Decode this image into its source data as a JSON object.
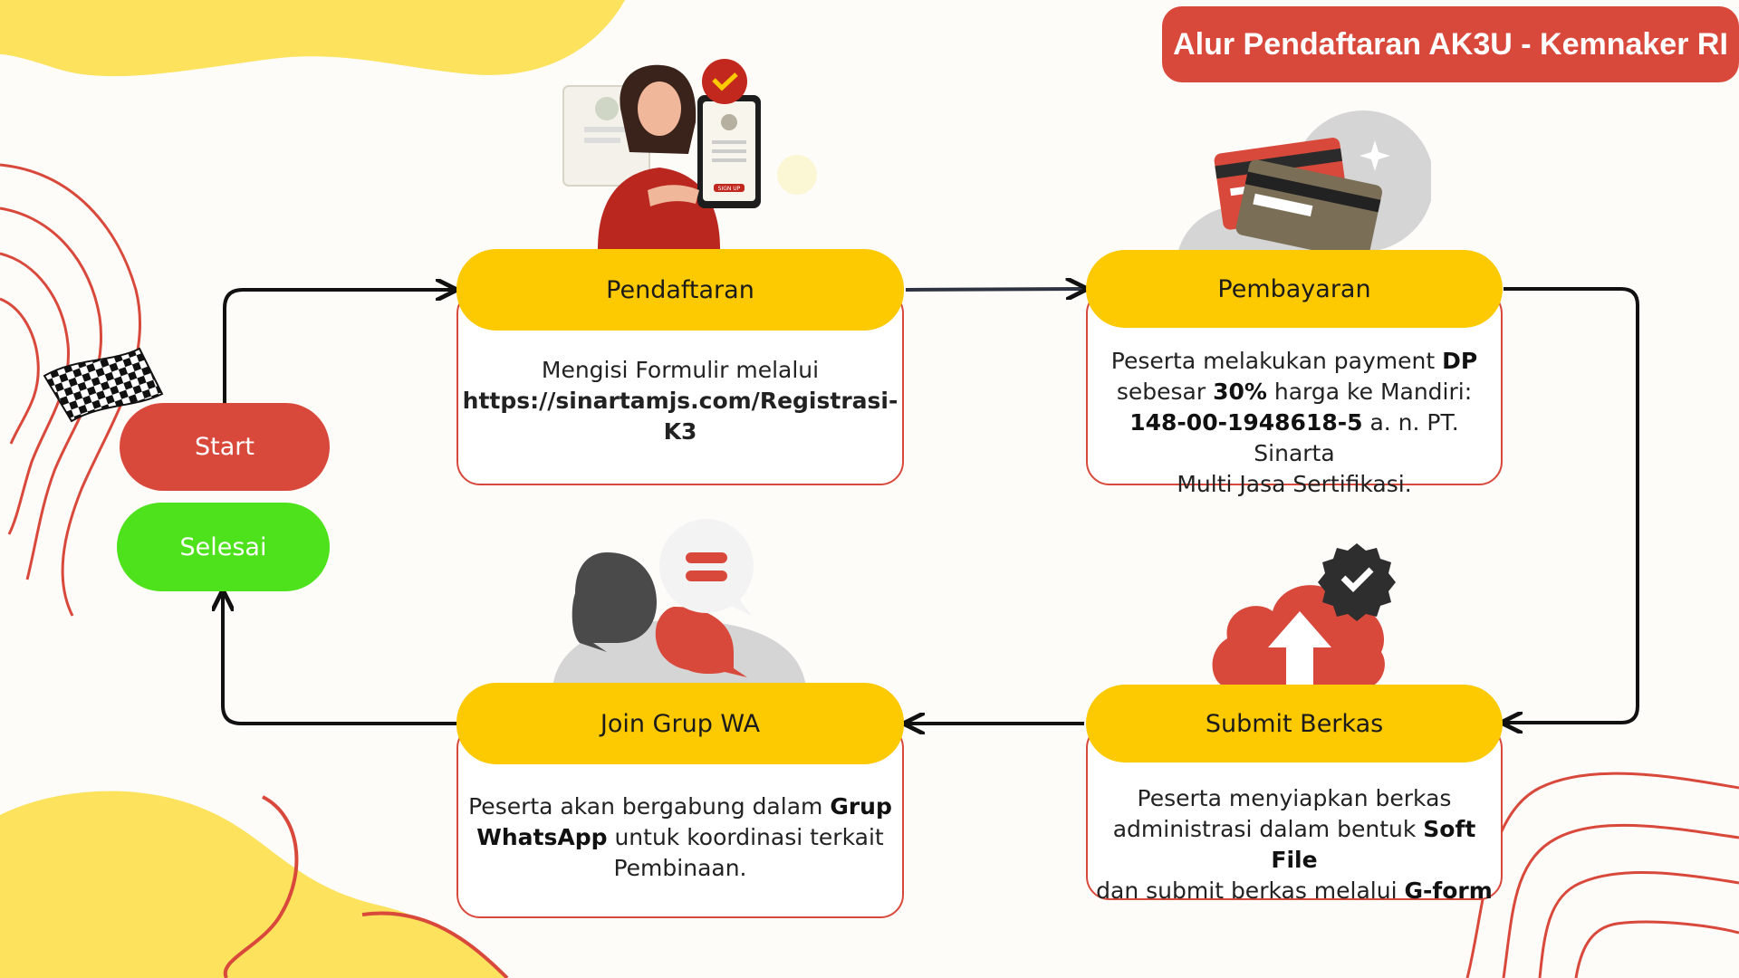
{
  "title": "Alur Pendaftaran AK3U - Kemnaker RI",
  "colors": {
    "accent_red": "#d9493b",
    "pill_yellow": "#fdc900",
    "start_red": "#d9493b",
    "finish_green": "#4ee21c",
    "blob_yellow": "#fde25e"
  },
  "start": {
    "label": "Start"
  },
  "finish": {
    "label": "Selesai"
  },
  "steps": [
    {
      "label": "Pendaftaran",
      "text": "Mengisi Formulir melalui",
      "url": "https://sinartamjs.com/Registrasi-K3"
    },
    {
      "label": "Pembayaran",
      "t1": "Peserta melakukan payment ",
      "b1": "DP",
      "t2": "sebesar ",
      "b2": "30%",
      "t3": " harga ke Mandiri:",
      "b3": "148-00-1948618-5",
      "t4": " a. n. PT. Sinarta",
      "t5": "Multi Jasa Sertifikasi."
    },
    {
      "label": "Submit Berkas",
      "t1": "Peserta menyiapkan berkas",
      "t2": "administrasi dalam bentuk ",
      "b1": "Soft File",
      "t3": "dan submit berkas melalui ",
      "b2": "G-form"
    },
    {
      "label": "Join Grup WA",
      "t1": "Peserta akan bergabung dalam ",
      "b1": "Grup",
      "b2": "WhatsApp",
      "t2": " untuk koordinasi terkait",
      "t3": "Pembinaan."
    }
  ],
  "icons": {
    "registration": "tablet-signup-illustration",
    "payment": "credit-cards-icon",
    "submit": "cloud-upload-icon",
    "group": "chat-bubbles-icon",
    "start": "checkered-flag-icon"
  },
  "illustration_text": {
    "signup": "SIGN UP"
  }
}
